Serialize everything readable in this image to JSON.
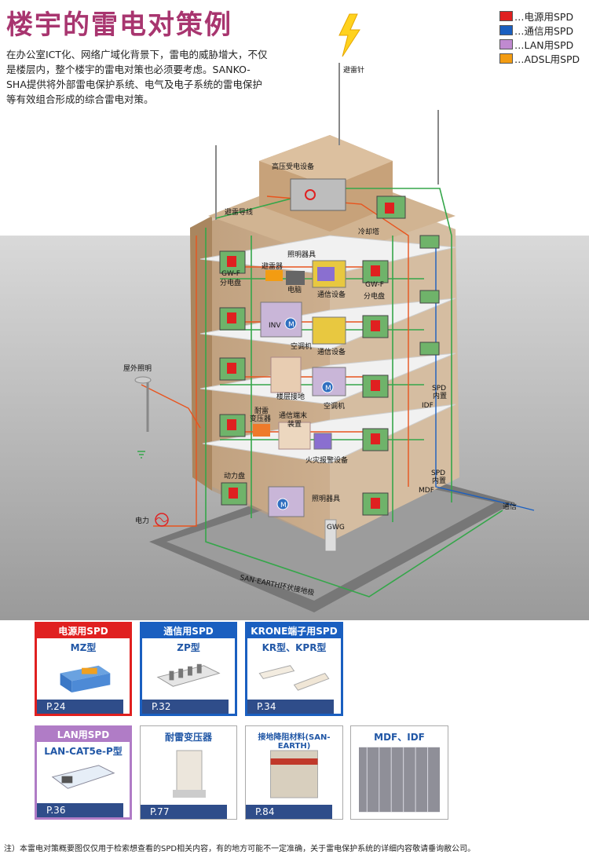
{
  "title": "楼宇的雷电对策例",
  "intro": "在办公室ICT化、网络广域化背景下，雷电的威胁增大，不仅是楼层内，整个楼宇的雷电对策也必须要考虑。SANKO-SHA提供将外部雷电保护系统、电气及电子系统的雷电保护等有效组合形成的综合雷电对策。",
  "legend": [
    {
      "label": "…电源用SPD",
      "color": "#e02020"
    },
    {
      "label": "…通信用SPD",
      "color": "#1a5fc0"
    },
    {
      "label": "…LAN用SPD",
      "color": "#c08ad0"
    },
    {
      "label": "…ADSL用SPD",
      "color": "#f39c12"
    }
  ],
  "labels": {
    "lightning_rod": "避雷针",
    "hv_equipment": "高压受电设备",
    "lightning_wire": "避雷导线",
    "cooling_tower": "冷却塔",
    "light_fixture": "照明器具",
    "arrester": "避雷器",
    "gwf_left": "GW-F",
    "panel_left": "分电盘",
    "pc": "电脑",
    "comm_equip": "通信设备",
    "gwf_right": "GW-F",
    "panel_right": "分电盘",
    "inv": "INV",
    "motor": "M",
    "aircon": "空调机",
    "comm_equip2": "通信设备",
    "outdoor_light": "屋外照明",
    "floor_ground": "楼层接地",
    "aircon2": "空调机",
    "spd_inside_1": "SPD",
    "spd_inside_1b": "内置",
    "idf": "IDF",
    "transformer_1": "耐雷",
    "transformer_2": "变压器",
    "comm_terminal_1": "通信端末",
    "comm_terminal_2": "装置",
    "fire_alarm": "火灾报警设备",
    "power_panel": "动力盘",
    "light_fixture2": "照明器具",
    "spd_inside_2": "SPD",
    "spd_inside_2b": "内置",
    "mdf": "MDF",
    "comm_line": "通信",
    "power_line": "电力",
    "gwg": "GWG",
    "san_earth": "SAN-EARTH环状接地极"
  },
  "cards": [
    {
      "header": "电源用SPD",
      "model": "MZ型",
      "page": "P.24",
      "color": "#e02020",
      "featured": true
    },
    {
      "header": "通信用SPD",
      "model": "ZP型",
      "page": "P.32",
      "color": "#1a5fc0",
      "featured": true
    },
    {
      "header": "KRONE端子用SPD",
      "model": "KR型、KPR型",
      "page": "P.34",
      "color": "#1a5fc0",
      "featured": true
    },
    {
      "header": "LAN用SPD",
      "model": "LAN-CAT5e-P型",
      "page": "P.36",
      "color": "#b07cc6",
      "featured": true
    },
    {
      "header": "耐雷变压器",
      "model": "",
      "page": "P.77",
      "color": "#ffffff",
      "featured": false
    },
    {
      "header": "接地降阻材料(SAN-EARTH)",
      "model": "",
      "page": "P.84",
      "color": "#ffffff",
      "featured": false
    },
    {
      "header": "MDF、IDF",
      "model": "",
      "page": "",
      "color": "#ffffff",
      "featured": false
    }
  ],
  "footnote": "注）本雷电对策概要图仅仅用于检索想查看的SPD相关内容，有的地方可能不一定准确，关于雷电保护系统的详细内容敬请垂询敝公司。"
}
